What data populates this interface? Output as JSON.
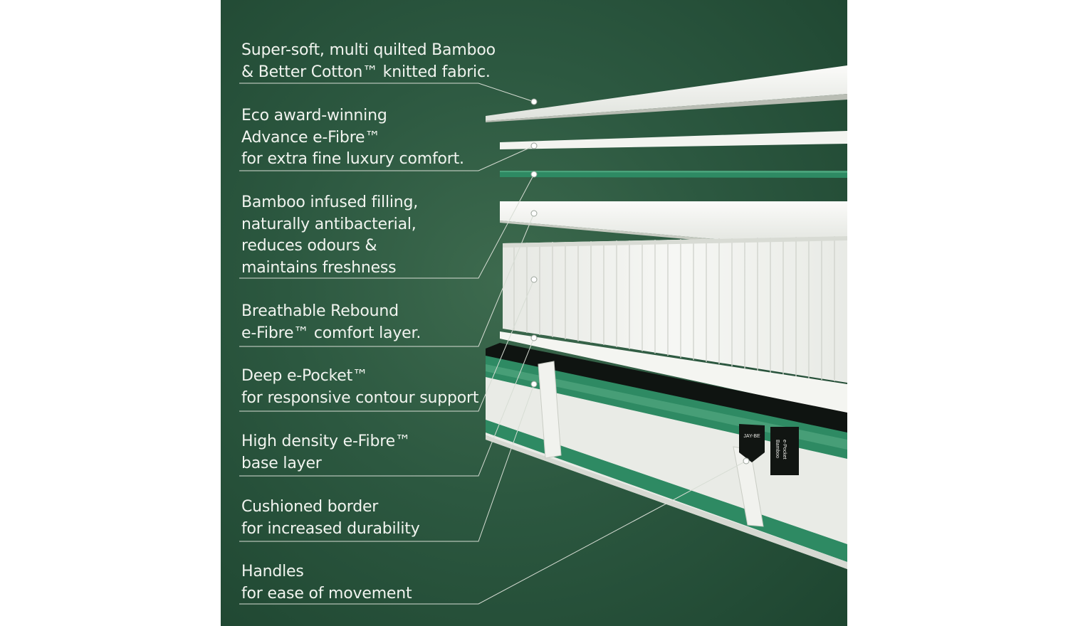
{
  "features": [
    {
      "lines": [
        "Super-soft, multi quilted Bamboo",
        "& Better Cotton™ knitted fabric."
      ]
    },
    {
      "lines": [
        "Eco award-winning",
        "Advance e-Fibre™",
        "for extra fine luxury comfort."
      ]
    },
    {
      "lines": [
        "Bamboo infused filling,",
        "naturally antibacterial,",
        "reduces odours &",
        "maintains freshness"
      ]
    },
    {
      "lines": [
        "Breathable Rebound",
        "e-Fibre™ comfort layer."
      ]
    },
    {
      "lines": [
        "Deep e-Pocket™",
        "for responsive contour support"
      ]
    },
    {
      "lines": [
        "High density e-Fibre™",
        "base layer"
      ]
    },
    {
      "lines": [
        "Cushioned border",
        "for increased durability"
      ]
    },
    {
      "lines": [
        "Handles",
        "for ease of movement"
      ]
    }
  ],
  "tag": {
    "brand": "JAY-BE",
    "product_line1": "Bamboo",
    "product_line2": "e-Pocket"
  },
  "colors": {
    "background": "#2c5840",
    "accent_green": "#2e8a63",
    "fabric": "#f2f3ef"
  }
}
